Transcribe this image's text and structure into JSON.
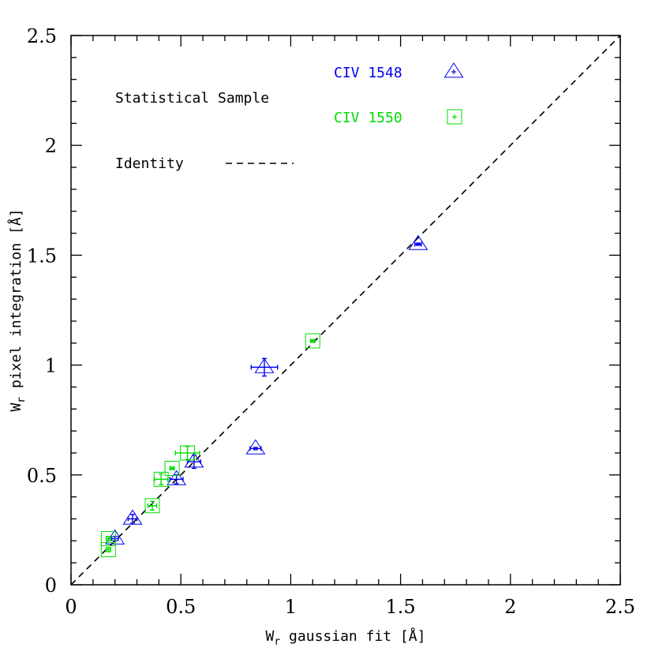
{
  "chart_data": {
    "type": "scatter",
    "xlabel": "W_r gaussian fit [Å]",
    "ylabel": "W_r pixel integration [Å]",
    "xlim": [
      0,
      2.5
    ],
    "ylim": [
      0,
      2.5
    ],
    "x_ticks": [
      "0",
      "0.5",
      "1",
      "1.5",
      "2",
      "2.5"
    ],
    "y_ticks": [
      "0",
      "0.5",
      "1",
      "1.5",
      "2",
      "2.5"
    ],
    "grid": false,
    "legend": {
      "title": "Statistical Sample",
      "identity_label": "Identity",
      "position": "top-left"
    },
    "identity_line": {
      "x": [
        0,
        2.5
      ],
      "y": [
        0,
        2.5
      ],
      "style": "dashed",
      "color": "#000000"
    },
    "series": [
      {
        "name": "CIV 1548",
        "marker": "triangle",
        "color": "#0000ee",
        "points": [
          {
            "x": 0.2,
            "y": 0.21,
            "xerr": 0.015,
            "yerr": 0.01
          },
          {
            "x": 0.28,
            "y": 0.3,
            "xerr": 0.02,
            "yerr": 0.02
          },
          {
            "x": 0.48,
            "y": 0.48,
            "xerr": 0.03,
            "yerr": 0.02
          },
          {
            "x": 0.56,
            "y": 0.56,
            "xerr": 0.03,
            "yerr": 0.03
          },
          {
            "x": 0.84,
            "y": 0.62,
            "xerr": 0.025,
            "yerr": 0.005
          },
          {
            "x": 0.88,
            "y": 0.99,
            "xerr": 0.06,
            "yerr": 0.04
          },
          {
            "x": 1.58,
            "y": 1.55,
            "xerr": 0.015,
            "yerr": 0.005
          }
        ]
      },
      {
        "name": "CIV 1550",
        "marker": "square",
        "color": "#00dd00",
        "points": [
          {
            "x": 0.17,
            "y": 0.21,
            "xerr": 0.01,
            "yerr": 0.01
          },
          {
            "x": 0.17,
            "y": 0.16,
            "xerr": 0.01,
            "yerr": 0.01
          },
          {
            "x": 0.37,
            "y": 0.36,
            "xerr": 0.02,
            "yerr": 0.02
          },
          {
            "x": 0.41,
            "y": 0.48,
            "xerr": 0.03,
            "yerr": 0.025
          },
          {
            "x": 0.46,
            "y": 0.53,
            "xerr": 0.01,
            "yerr": 0.005
          },
          {
            "x": 0.53,
            "y": 0.6,
            "xerr": 0.055,
            "yerr": 0.03
          },
          {
            "x": 1.1,
            "y": 1.11,
            "xerr": 0.01,
            "yerr": 0.005
          }
        ]
      }
    ]
  }
}
